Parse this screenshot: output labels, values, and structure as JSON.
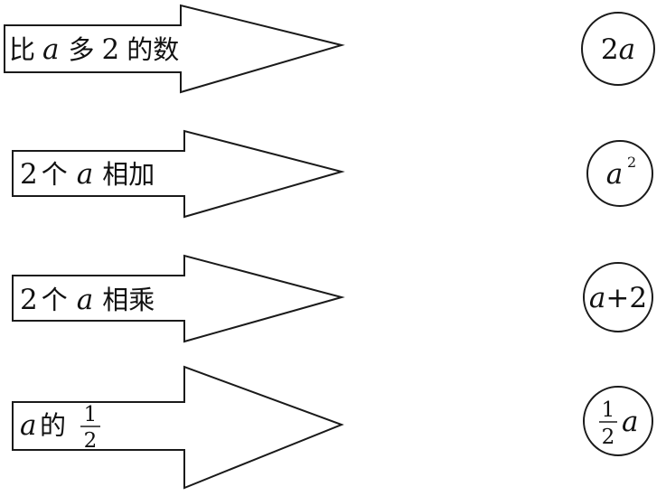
{
  "phrases": [
    {
      "pre": "比",
      "var": "a",
      "mid": "多",
      "num": "2",
      "post": "的数"
    },
    {
      "num": "2",
      "pre": "个",
      "var": "a",
      "post": "相加"
    },
    {
      "num": "2",
      "pre": "个",
      "var": "a",
      "post": "相乘"
    },
    {
      "var": "a",
      "mid": "的",
      "frac_num": "1",
      "frac_den": "2"
    }
  ],
  "expressions": [
    {
      "coef": "2",
      "var": "a"
    },
    {
      "var": "a",
      "exp": "2"
    },
    {
      "var": "a",
      "op": "+",
      "num": "2"
    },
    {
      "frac_num": "1",
      "frac_den": "2",
      "var": "a"
    }
  ]
}
